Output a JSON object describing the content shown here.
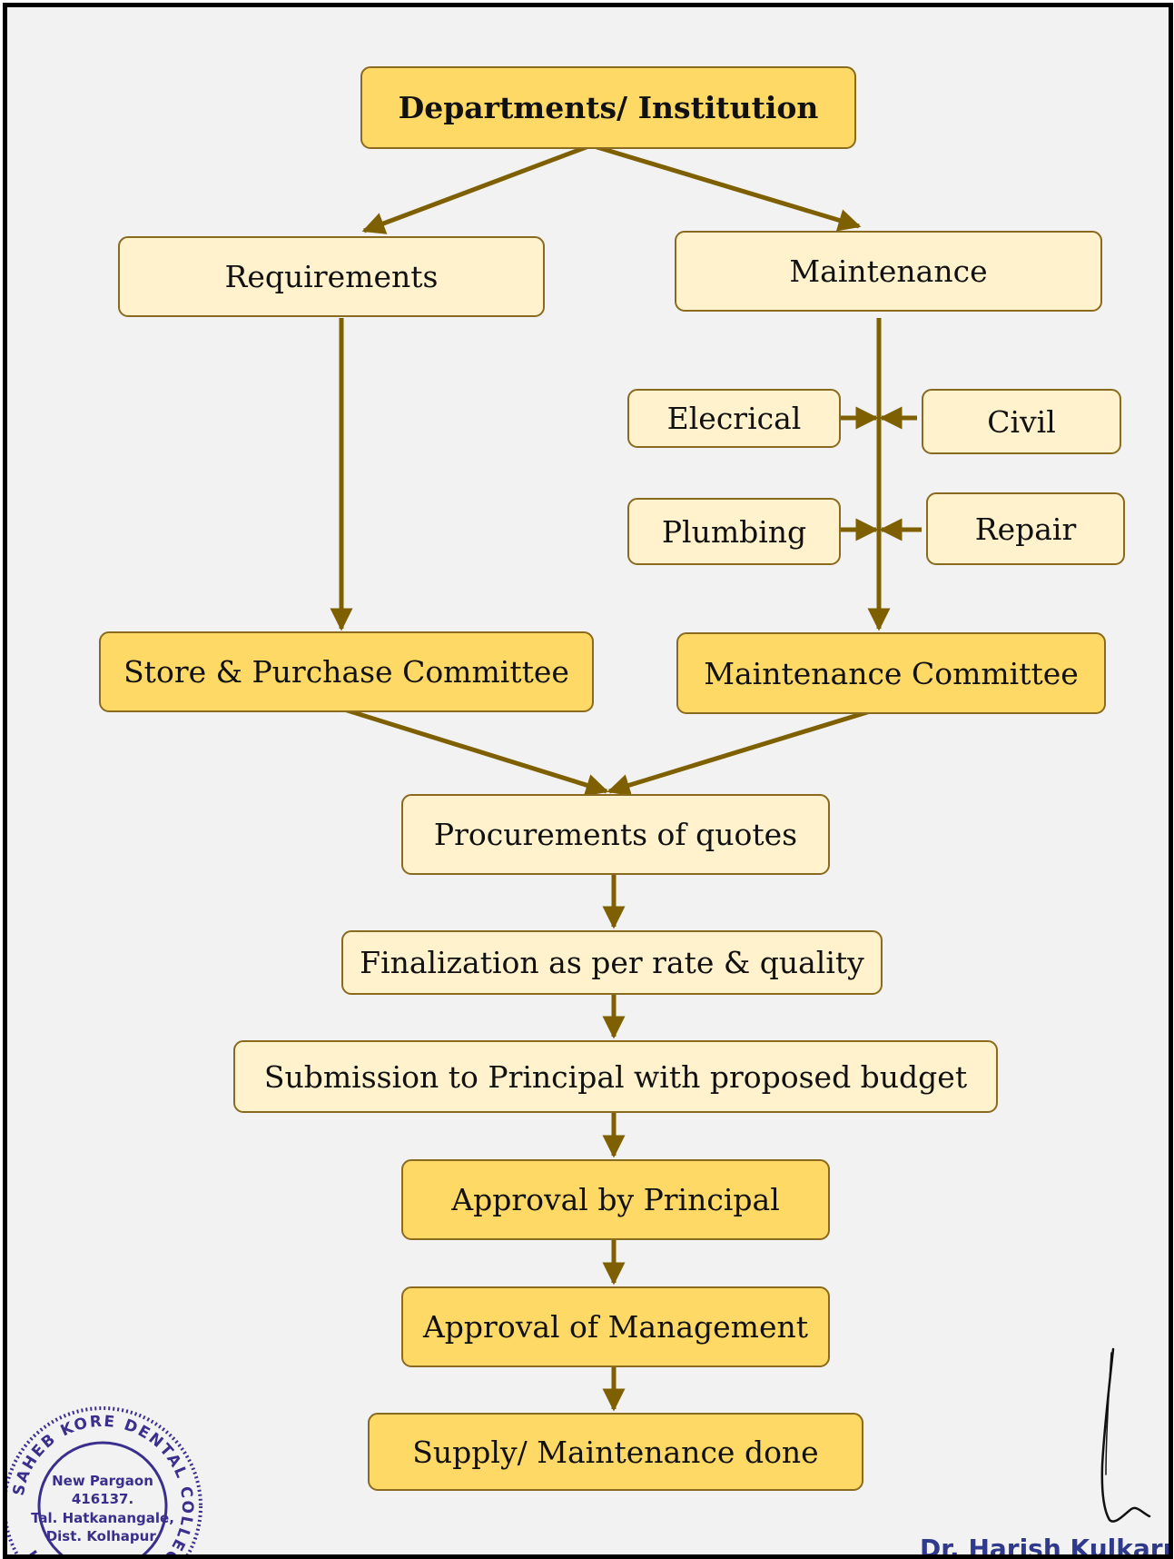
{
  "nodes": {
    "departments": "Departments/ Institution",
    "requirements": "Requirements",
    "maintenance": "Maintenance",
    "electrical": "Elecrical",
    "civil": "Civil",
    "plumbing": "Plumbing",
    "repair": "Repair",
    "store_purchase": "Store & Purchase Committee",
    "maintenance_committee": "Maintenance Committee",
    "procurement": "Procurements of quotes",
    "finalization": "Finalization as per rate & quality",
    "submission": "Submission to Principal with proposed budget",
    "approval_principal": "Approval by Principal",
    "approval_management": "Approval of Management",
    "supply_done": "Supply/ Maintenance done"
  },
  "stamp": {
    "ring_text": "SAHEB KORE DENTAL COLLEGE & RESEARCH",
    "line1": "New Pargaon",
    "line2": "416137.",
    "line3": "Tal. Hatkanangale,",
    "line4": "Dist. Kolhapur."
  },
  "signature_name": "Dr. Harish Kulkarni, M",
  "colors": {
    "box_light": "#fff2cc",
    "box_gold": "#ffd966",
    "box_border": "#8a6a1e",
    "arrow": "#7f6000",
    "stamp_ink": "#3a2f8c"
  }
}
